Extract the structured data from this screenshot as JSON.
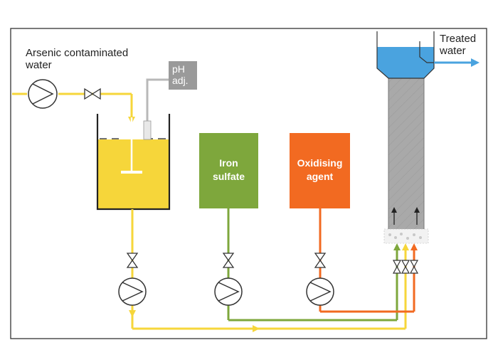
{
  "labels": {
    "inlet_line1": "Arsenic contaminated",
    "inlet_line2": "water",
    "ph_line1": "pH",
    "ph_line2": "adj.",
    "iron_line1": "Iron",
    "iron_line2": "sulfate",
    "oxid_line1": "Oxidising",
    "oxid_line2": "agent",
    "treated_line1": "Treated",
    "treated_line2": "water"
  },
  "colors": {
    "water": "#f6d63a",
    "iron": "#7ea73c",
    "oxidant": "#f26a21",
    "treated": "#4aa3df",
    "column": "#a9a9a9",
    "ph_box": "#9a9a9a",
    "line": "#333333"
  }
}
